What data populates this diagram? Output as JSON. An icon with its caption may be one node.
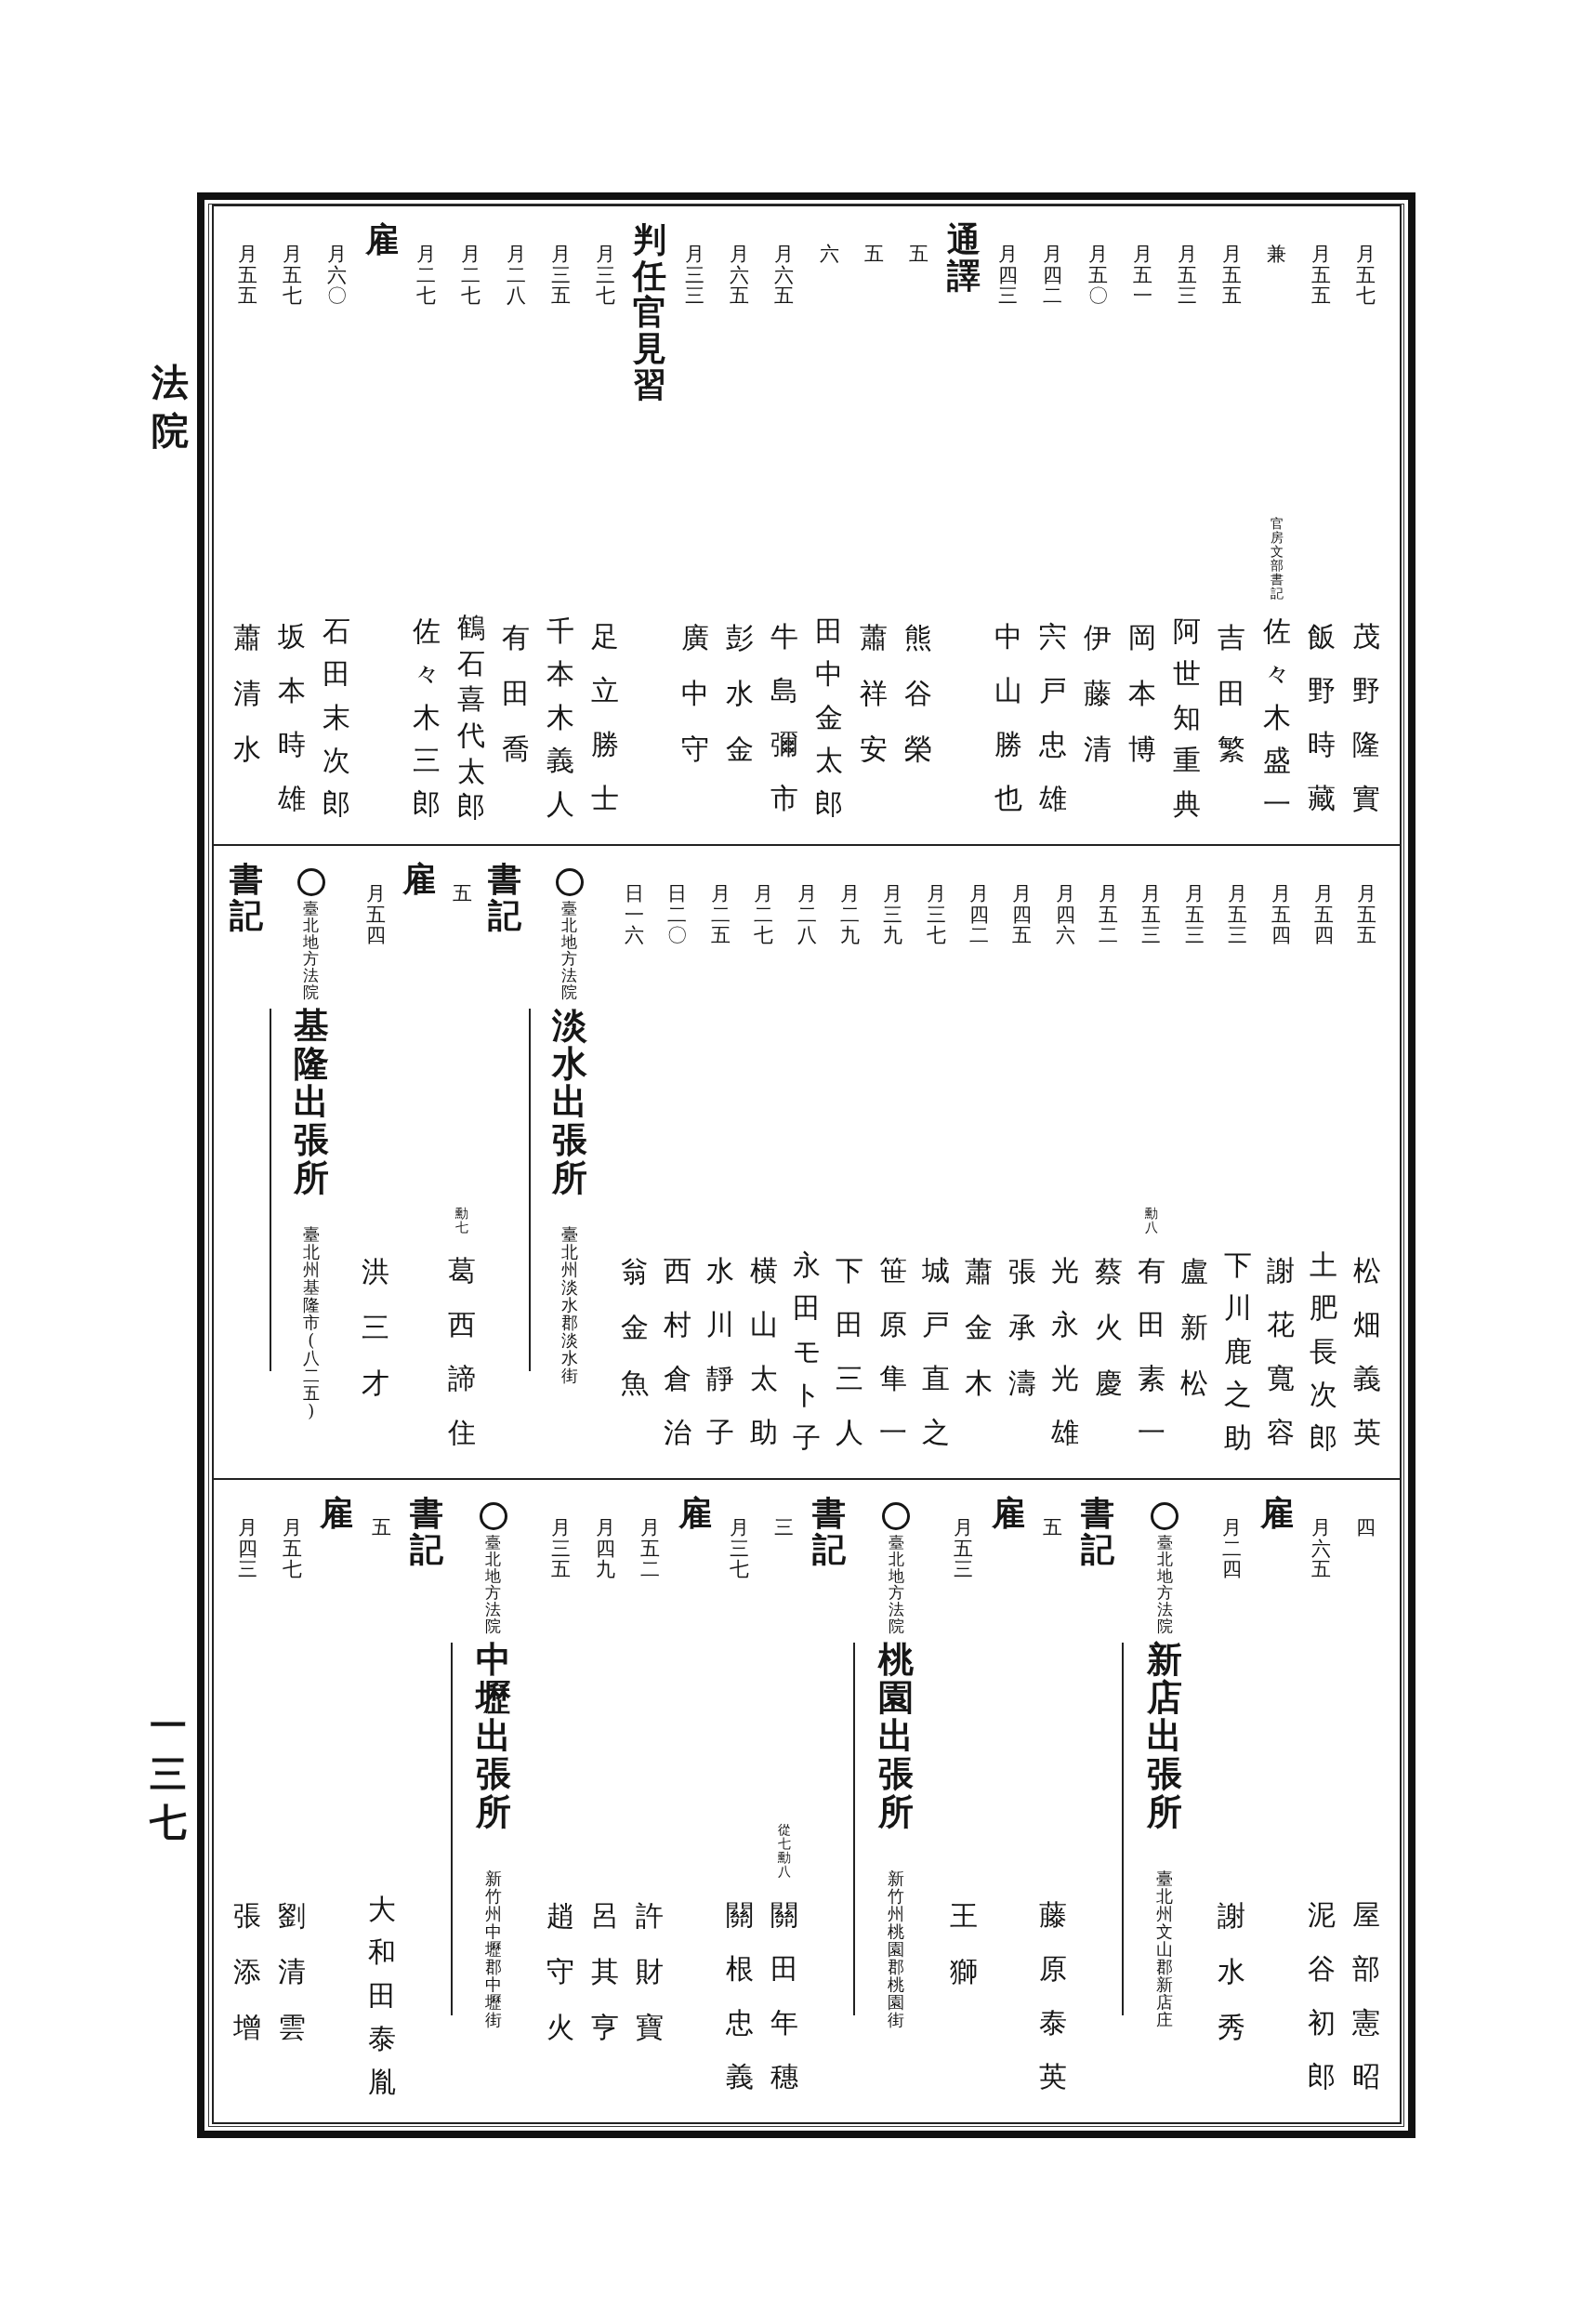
{
  "diagram": {
    "nodes": [
      {
        "text": [
          "月五七",
          "茂野隆實",
          "月五五",
          "飯野時藏",
          "兼",
          "官房文部書記",
          "佐々木盛一",
          "月五五",
          "吉田繁",
          "月五三",
          "阿世知重典",
          "月五一",
          "岡本博",
          "月五〇",
          "伊藤清",
          "月四二",
          "宍戸忠雄",
          "月四三",
          "中山勝也",
          "通譯",
          "五",
          "熊谷榮",
          "五",
          "蕭祥安",
          "六",
          "田中金太郎",
          "月六五",
          "牛島彌市",
          "月六五",
          "彭水金",
          "月三三",
          "廣中守",
          "判任官見習",
          "月三七",
          "足立勝士",
          "月三五",
          "千本木義人",
          "月二八",
          "有田喬",
          "月二七",
          "鶴石喜代太郎",
          "月二七",
          "佐々木三郎",
          "雇",
          "月六〇",
          "石田末次郎",
          "月五七",
          "坂本時雄",
          "月五五",
          "蕭清水"
        ]
      },
      {
        "text": [
          "月五五",
          "松畑義英",
          "月五四",
          "土肥長次郎",
          "月五四",
          "謝花寬容",
          "月五三",
          "下川鹿之助",
          "月五三",
          "盧新松",
          "月五三",
          "勳八",
          "有田素一",
          "月五二",
          "蔡火慶",
          "月四六",
          "光永光雄",
          "月四五",
          "張承濤",
          "月四二",
          "蕭金木",
          "月三七",
          "城戸直之",
          "月三九",
          "笹原隼一",
          "月二九",
          "下田三人",
          "月二八",
          "永田モト子",
          "月二七",
          "横山太助",
          "月二五",
          "水川靜子",
          "日二〇",
          "西村倉治",
          "日一六",
          "翁金魚",
          "臺北地方法院",
          "淡水出張所",
          "臺北州淡水郡淡水街",
          "書記",
          "五",
          "勳七",
          "葛西諦住",
          "雇",
          "月五四",
          "洪三才",
          "臺北地方法院",
          "基隆出張所",
          "臺北州基隆市(八二五)",
          "書記"
        ]
      },
      {
        "text": [
          "四",
          "屋部憲昭",
          "月六五",
          "泥谷初郎",
          "雇",
          "月二四",
          "謝水秀",
          "臺北地方法院",
          "新店出張所",
          "臺北州文山郡新店庄",
          "書記",
          "五",
          "藤原泰英",
          "雇",
          "月五三",
          "王獅",
          "臺北地方法院",
          "桃園出張所",
          "新竹州桃園郡桃園街",
          "書記",
          "三",
          "從七勳八",
          "關田年穗",
          "月三七",
          "關根忠義",
          "雇",
          "月五二",
          "許財寶",
          "月四九",
          "呂其亨",
          "月三五",
          "趙守火",
          "臺北地方法院",
          "中壢出張所",
          "新竹州中壢郡中壢街",
          "書記",
          "五",
          "大和田泰胤",
          "雇",
          "月五七",
          "劉清雲",
          "月四三",
          "張添增"
        ]
      }
    ],
    "labels": [
      "法院",
      "一三七"
    ]
  }
}
